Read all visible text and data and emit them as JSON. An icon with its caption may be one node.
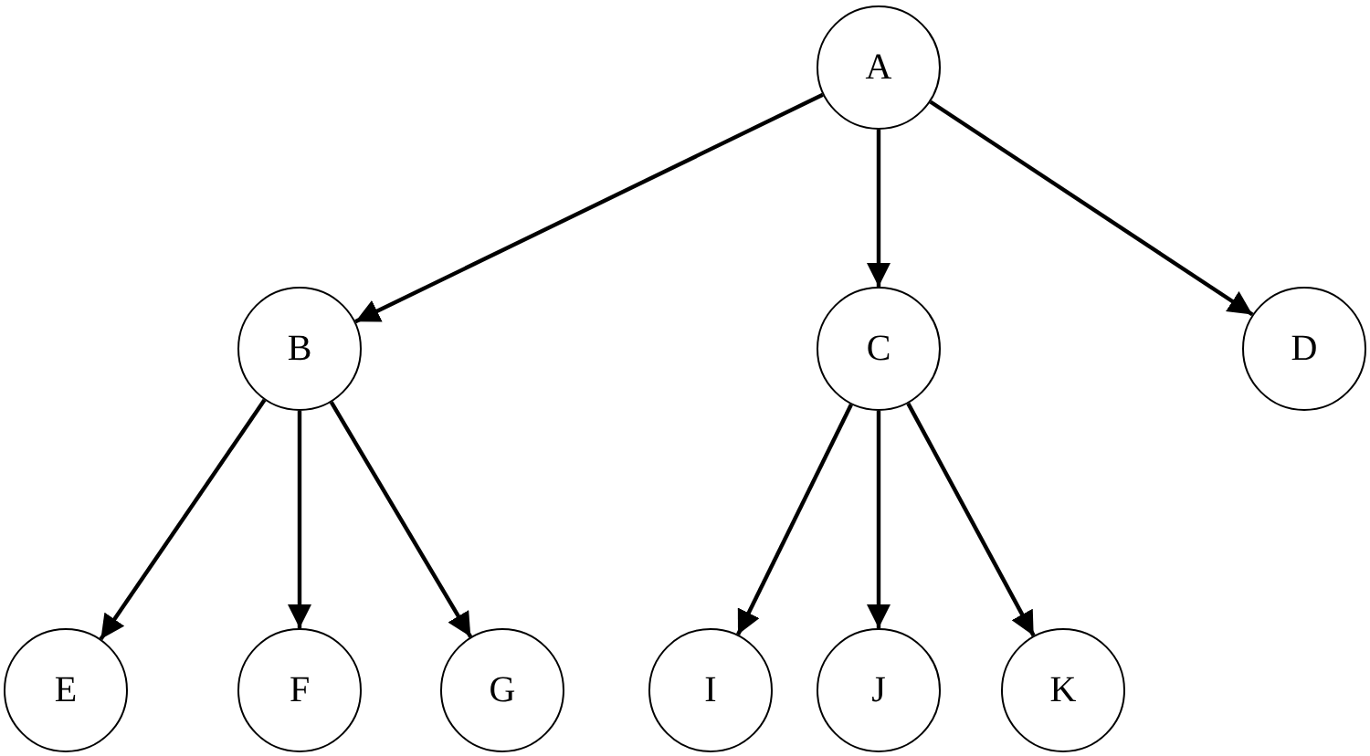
{
  "diagram": {
    "nodes": [
      {
        "text": [
          "A"
        ]
      },
      {
        "text": [
          "B"
        ]
      },
      {
        "text": [
          "C"
        ]
      },
      {
        "text": [
          "D"
        ]
      },
      {
        "text": [
          "E"
        ]
      },
      {
        "text": [
          "F"
        ]
      },
      {
        "text": [
          "G"
        ]
      },
      {
        "text": [
          "I"
        ]
      },
      {
        "text": [
          "J"
        ]
      },
      {
        "text": [
          "K"
        ]
      }
    ],
    "edges": [
      {
        "from": 0,
        "to": 1,
        "arrow": "to"
      },
      {
        "from": 0,
        "to": 2,
        "arrow": "to"
      },
      {
        "from": 0,
        "to": 3,
        "arrow": "to"
      },
      {
        "from": 1,
        "to": 4,
        "arrow": "to"
      },
      {
        "from": 1,
        "to": 5,
        "arrow": "to"
      },
      {
        "from": 1,
        "to": 6,
        "arrow": "to"
      },
      {
        "from": 2,
        "to": 7,
        "arrow": "to"
      },
      {
        "from": 2,
        "to": 8,
        "arrow": "to"
      },
      {
        "from": 2,
        "to": 9,
        "arrow": "to"
      }
    ]
  }
}
